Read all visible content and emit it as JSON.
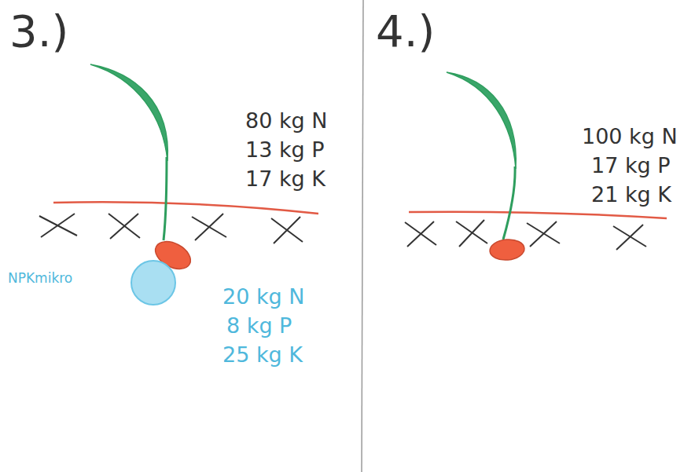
{
  "diagram": {
    "labels": [
      "3.)",
      "80 kg N",
      "13 kg P",
      "17 kg K",
      "NPKmikro",
      "20 kg N",
      "8 kg P",
      "25 kg K",
      "4.)",
      "100 kg N",
      "17 kg P",
      "21 kg K"
    ]
  }
}
